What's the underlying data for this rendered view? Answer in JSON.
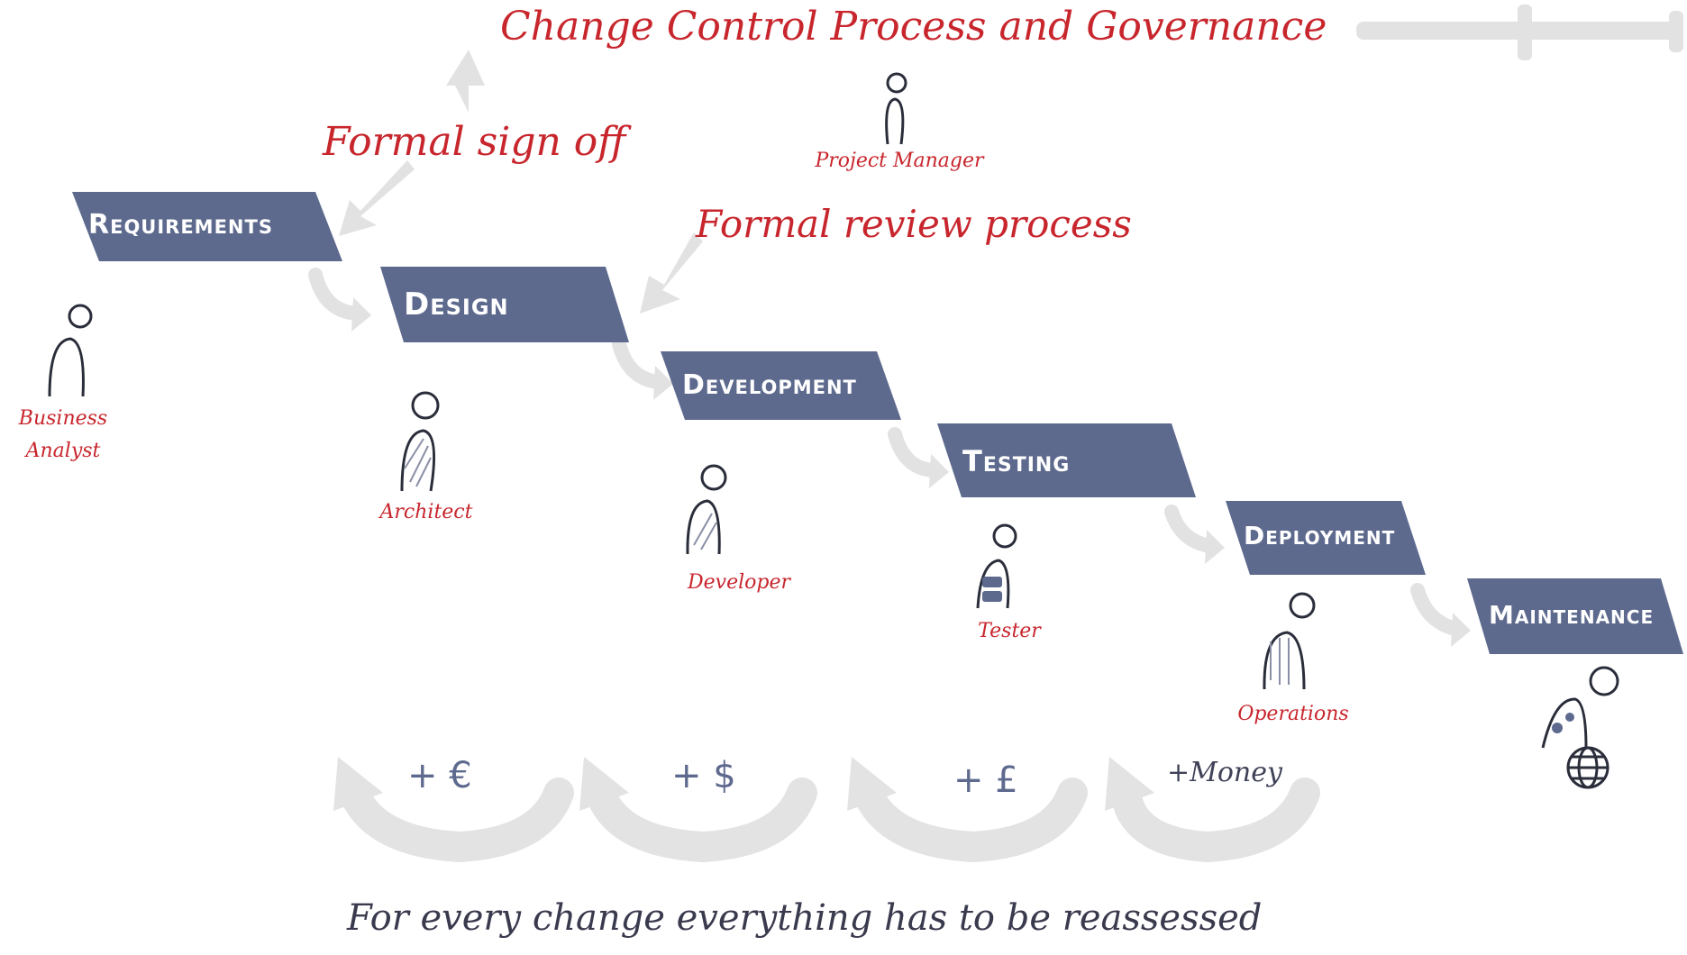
{
  "title": "Change Control Process and Governance",
  "signoff_label": "Formal sign off",
  "review_label": "Formal review process",
  "footer": "For every change everything has to be reassessed",
  "phases": [
    {
      "label": "Requirements"
    },
    {
      "label": "Design"
    },
    {
      "label": "Development"
    },
    {
      "label": "Testing"
    },
    {
      "label": "Deployment"
    },
    {
      "label": "Maintenance"
    }
  ],
  "roles": {
    "project_manager": "Project Manager",
    "business_analyst_line1": "Business",
    "business_analyst_line2": "Analyst",
    "architect": "Architect",
    "developer": "Developer",
    "tester": "Tester",
    "operations": "Operations"
  },
  "costs": [
    "+ €",
    "+ $",
    "+ £",
    "+Money"
  ],
  "colors": {
    "phase_fill": "#5d6a8e",
    "red_text": "#c8262d",
    "arrow_gray": "#dedede",
    "figure_stroke": "#2a2d3a"
  },
  "icons": [
    "person-icon",
    "globe-icon"
  ]
}
